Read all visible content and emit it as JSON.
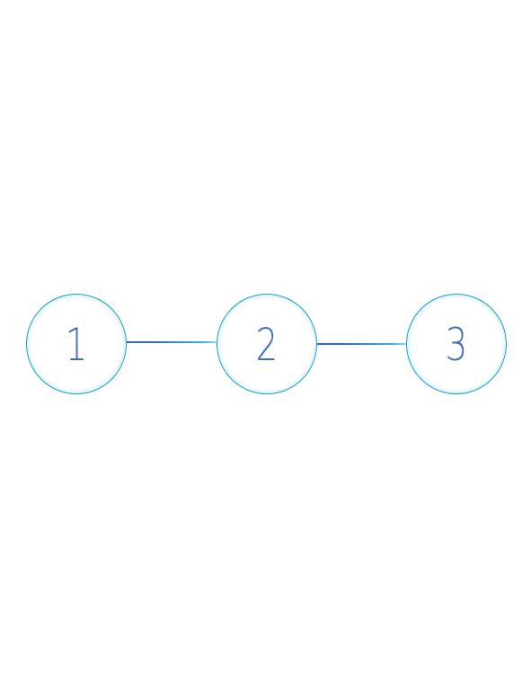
{
  "steps": [
    {
      "label": "1"
    },
    {
      "label": "2"
    },
    {
      "label": "3"
    }
  ],
  "colors": {
    "circle_border": "#1aa3cf",
    "number_text": "#3f6fb8",
    "connector_start": "#2f6bb5",
    "connector_end": "#8fd8f2",
    "background": "#ffffff"
  }
}
